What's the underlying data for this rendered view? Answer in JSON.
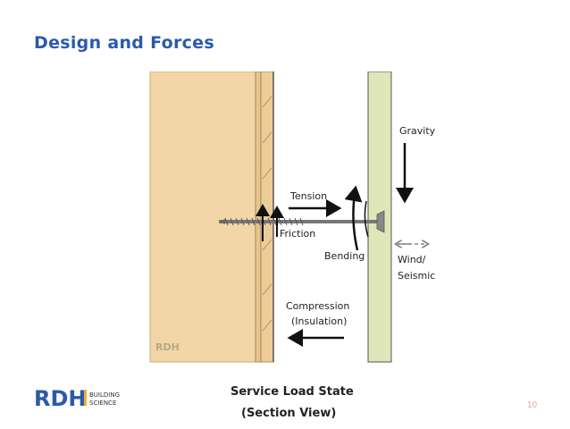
{
  "slide": {
    "title": "Design and Forces",
    "page_number": "10"
  },
  "diagram": {
    "labels": {
      "gravity": "Gravity",
      "tension": "Tension",
      "friction": "Friction",
      "bending": "Bending",
      "wind_line1": "Wind/",
      "wind_line2": "Seismic",
      "compression_line1": "Compression",
      "compression_line2": "(Insulation)",
      "watermark": "RDH"
    },
    "caption_line1": "Service Load State",
    "caption_line2": "(Section View)"
  },
  "logo": {
    "mark": "RDH",
    "line1": "BUILDING",
    "line2": "SCIENCE"
  },
  "colors": {
    "title": "#2c5aa8",
    "wood": "#f2d6a8",
    "cladding": "#dfe6b8",
    "page_number": "#f2a0a0",
    "logo_blue": "#2c5aa8",
    "logo_yellow": "#f0b323"
  }
}
